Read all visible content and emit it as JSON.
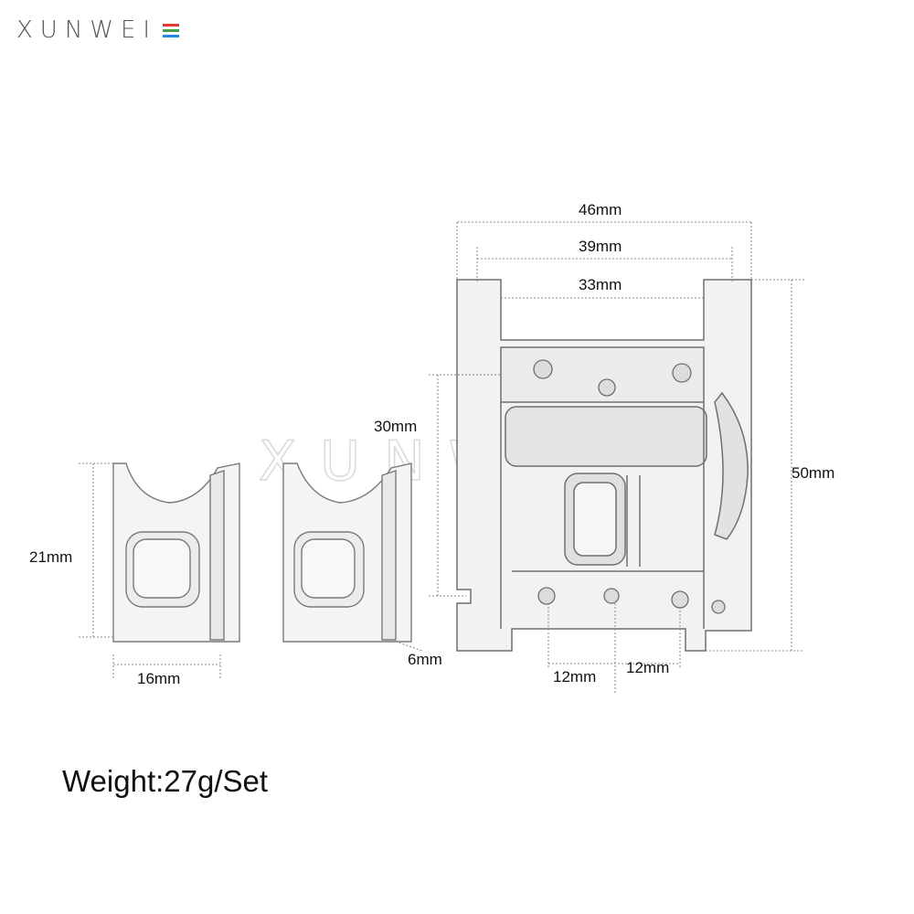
{
  "brand": {
    "text": "XUNWEI",
    "watermark": "XUNWEI",
    "colors": [
      "#e53935",
      "#43a047",
      "#1e88e5"
    ]
  },
  "dimensions": {
    "d46": "46mm",
    "d39": "39mm",
    "d33": "33mm",
    "d30": "30mm",
    "d50": "50mm",
    "d21": "21mm",
    "d16": "16mm",
    "d6": "6mm",
    "d12a": "12mm",
    "d12b": "12mm"
  },
  "weight": "Weight:27g/Set"
}
